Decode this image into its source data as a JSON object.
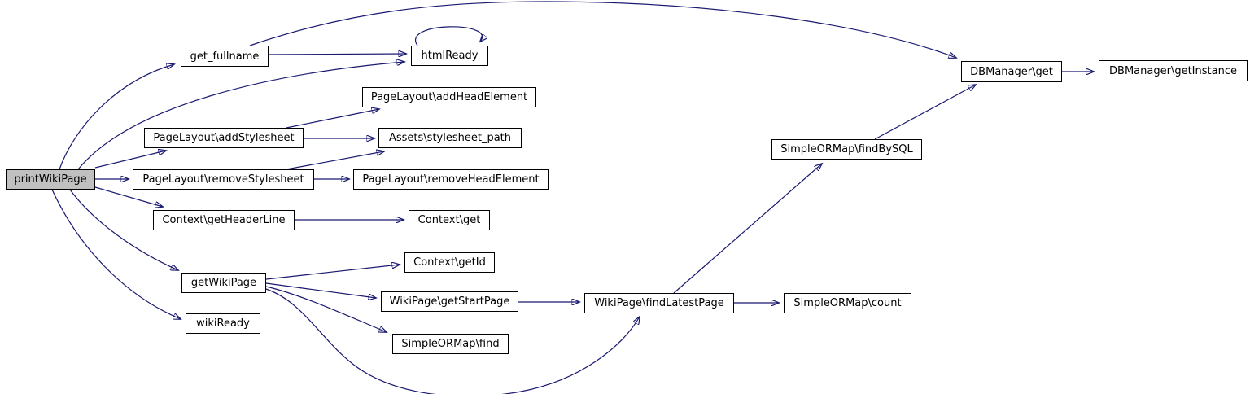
{
  "diagram": {
    "type": "doxygen-call-graph",
    "background_color": "#ffffff",
    "edge_color": "#191970",
    "node_border_color": "#000000",
    "node_fill_color": "#ffffff",
    "root_node_fill_color": "#c0c0c0"
  },
  "nodes": [
    {
      "id": "printWikiPage",
      "label": "printWikiPage",
      "root": true
    },
    {
      "id": "get_fullname",
      "label": "get_fullname"
    },
    {
      "id": "htmlReady",
      "label": "htmlReady"
    },
    {
      "id": "addHeadElement",
      "label": "PageLayout\\addHeadElement"
    },
    {
      "id": "addStylesheet",
      "label": "PageLayout\\addStylesheet"
    },
    {
      "id": "stylesheet_path",
      "label": "Assets\\stylesheet_path"
    },
    {
      "id": "removeStylesheet",
      "label": "PageLayout\\removeStylesheet"
    },
    {
      "id": "removeHeadElement",
      "label": "PageLayout\\removeHeadElement"
    },
    {
      "id": "getHeaderLine",
      "label": "Context\\getHeaderLine"
    },
    {
      "id": "contextGet",
      "label": "Context\\get"
    },
    {
      "id": "getId",
      "label": "Context\\getId"
    },
    {
      "id": "getWikiPage",
      "label": "getWikiPage"
    },
    {
      "id": "getStartPage",
      "label": "WikiPage\\getStartPage"
    },
    {
      "id": "wikiReady",
      "label": "wikiReady"
    },
    {
      "id": "find",
      "label": "SimpleORMap\\find"
    },
    {
      "id": "findLatestPage",
      "label": "WikiPage\\findLatestPage"
    },
    {
      "id": "count",
      "label": "SimpleORMap\\count"
    },
    {
      "id": "findBySQL",
      "label": "SimpleORMap\\findBySQL"
    },
    {
      "id": "dbGet",
      "label": "DBManager\\get"
    },
    {
      "id": "getInstance",
      "label": "DBManager\\getInstance"
    }
  ],
  "edges": [
    {
      "from": "printWikiPage",
      "to": "get_fullname"
    },
    {
      "from": "printWikiPage",
      "to": "htmlReady"
    },
    {
      "from": "printWikiPage",
      "to": "addStylesheet"
    },
    {
      "from": "printWikiPage",
      "to": "removeStylesheet"
    },
    {
      "from": "printWikiPage",
      "to": "getHeaderLine"
    },
    {
      "from": "printWikiPage",
      "to": "getWikiPage"
    },
    {
      "from": "printWikiPage",
      "to": "wikiReady"
    },
    {
      "from": "get_fullname",
      "to": "htmlReady"
    },
    {
      "from": "get_fullname",
      "to": "dbGet"
    },
    {
      "from": "htmlReady",
      "to": "htmlReady"
    },
    {
      "from": "addStylesheet",
      "to": "addHeadElement"
    },
    {
      "from": "addStylesheet",
      "to": "stylesheet_path"
    },
    {
      "from": "removeStylesheet",
      "to": "stylesheet_path"
    },
    {
      "from": "removeStylesheet",
      "to": "removeHeadElement"
    },
    {
      "from": "getHeaderLine",
      "to": "contextGet"
    },
    {
      "from": "getWikiPage",
      "to": "getId"
    },
    {
      "from": "getWikiPage",
      "to": "getStartPage"
    },
    {
      "from": "getWikiPage",
      "to": "find"
    },
    {
      "from": "getWikiPage",
      "to": "findLatestPage"
    },
    {
      "from": "getStartPage",
      "to": "findLatestPage"
    },
    {
      "from": "findLatestPage",
      "to": "count"
    },
    {
      "from": "findLatestPage",
      "to": "findBySQL"
    },
    {
      "from": "findBySQL",
      "to": "dbGet"
    },
    {
      "from": "dbGet",
      "to": "getInstance"
    }
  ]
}
